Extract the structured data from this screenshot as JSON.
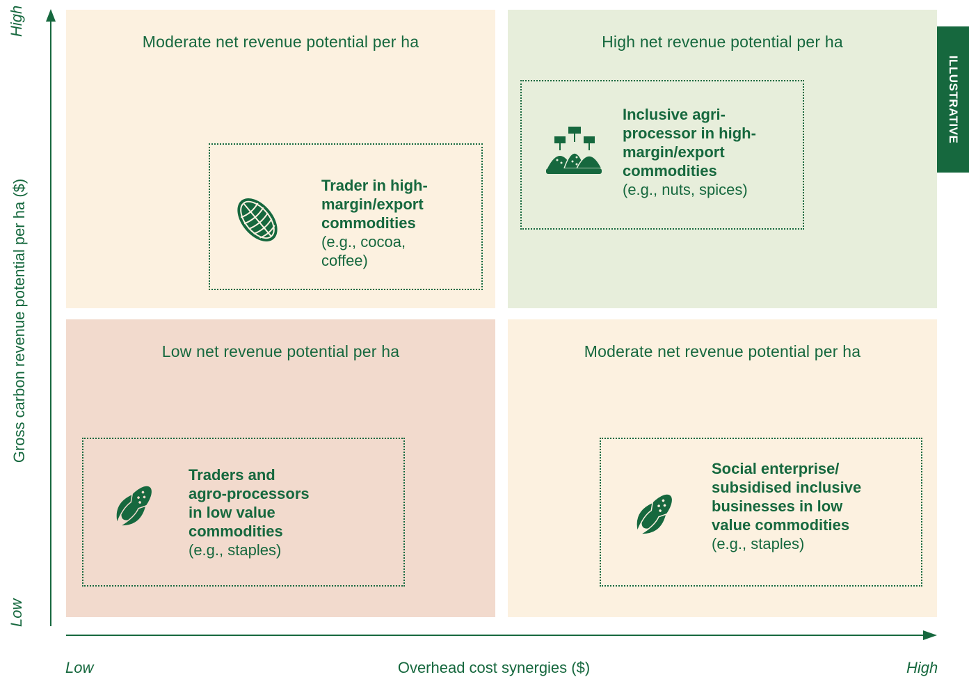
{
  "badge": "ILLUSTRATIVE",
  "y_axis": {
    "label": "Gross carbon revenue potential per ha ($)",
    "high": "High",
    "low": "Low"
  },
  "x_axis": {
    "label": "Overhead cost synergies ($)",
    "low": "Low",
    "high": "High"
  },
  "quadrants": {
    "top_left": {
      "title": "Moderate net revenue potential per ha",
      "bold": "Trader in high-\nmargin/export\ncommodities",
      "example": "(e.g., cocoa,\ncoffee)",
      "icon": "cocoa-pod-icon"
    },
    "top_right": {
      "title": "High net revenue potential per ha",
      "bold": "Inclusive agri-\nprocessor in high-\nmargin/export\ncommodities",
      "example": "(e.g., nuts, spices)",
      "icon": "spice-piles-icon"
    },
    "bottom_left": {
      "title": "Low net revenue potential per ha",
      "bold": "Traders and\nagro-processors\nin low value\ncommodities",
      "example": "(e.g., staples)",
      "icon": "corn-icon"
    },
    "bottom_right": {
      "title": "Moderate net revenue potential per ha",
      "bold": "Social enterprise/\nsubsidised inclusive\nbusinesses in low\nvalue commodities",
      "example": "(e.g., staples)",
      "icon": "corn-icon"
    }
  },
  "colors": {
    "green": "#16683e",
    "moderate": "#fcf1e0",
    "high": "#e7eedb",
    "low": "#f2dacd"
  }
}
